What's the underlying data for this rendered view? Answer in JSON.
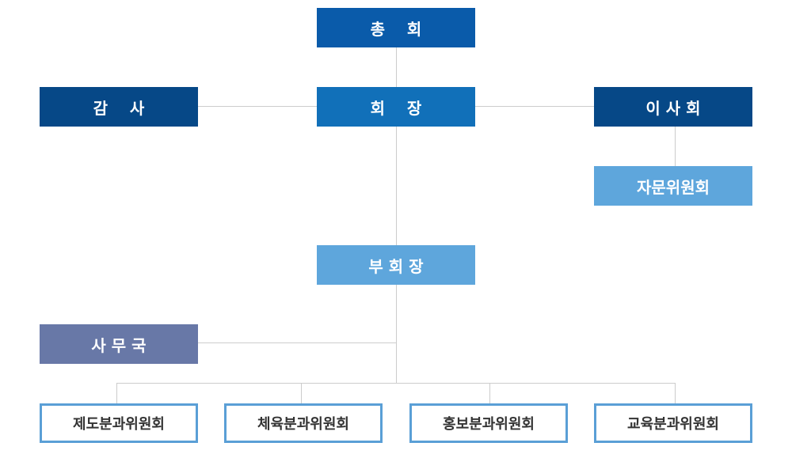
{
  "colors": {
    "general_assembly": "#0a5baa",
    "president": "#1170b9",
    "auditor": "#064887",
    "board": "#064887",
    "advisory": "#5ea6dc",
    "vice_president": "#5ea6dc",
    "secretariat": "#6878a7",
    "committee_border": "#5a9fd6",
    "connector": "#cccccc"
  },
  "nodes": {
    "general_assembly": "총    회",
    "president": "회    장",
    "auditor": "감    사",
    "board": "이 사 회",
    "advisory": "자문위원회",
    "vice_president": "부 회 장",
    "secretariat": "사 무 국"
  },
  "committees": [
    "제도분과위원회",
    "체육분과위원회",
    "홍보분과위원회",
    "교육분과위원회"
  ]
}
